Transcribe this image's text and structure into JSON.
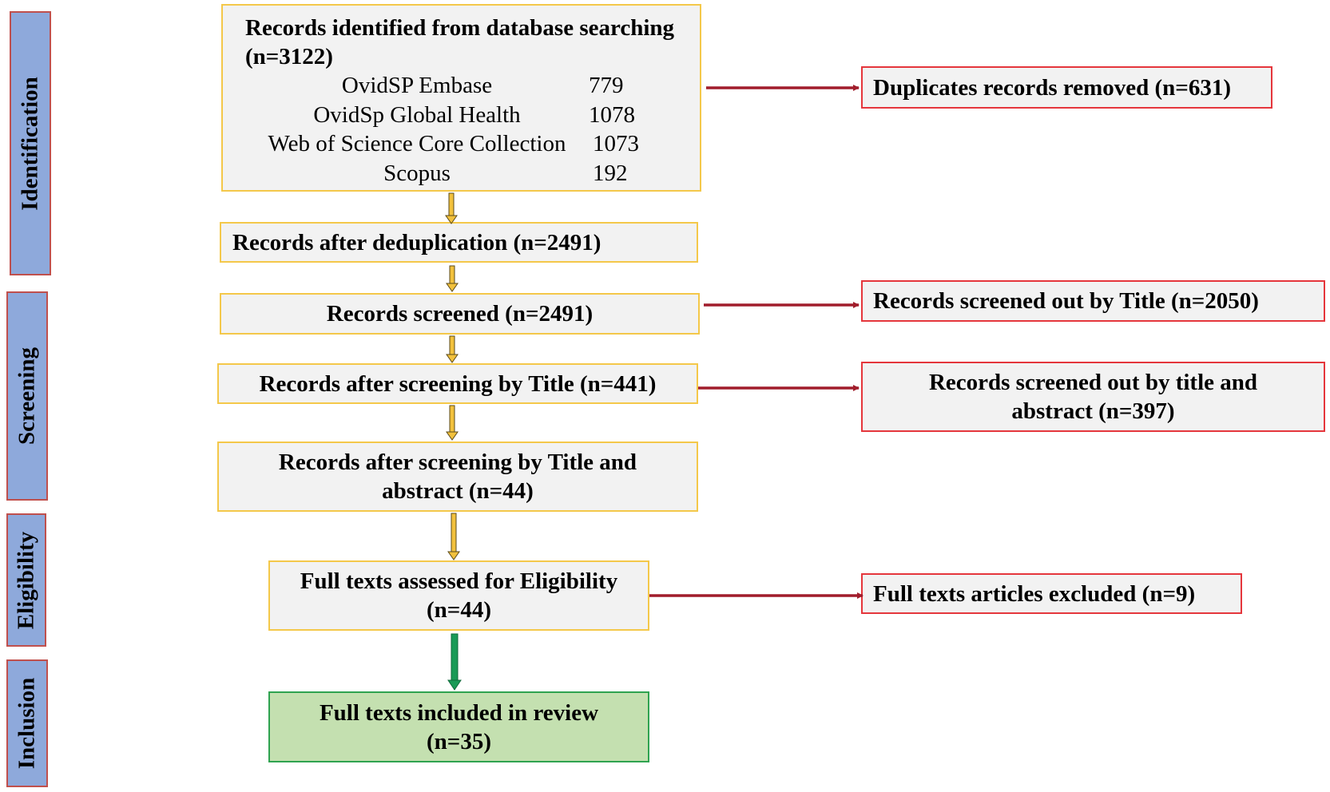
{
  "phases": {
    "identification": "Identification",
    "screening": "Screening",
    "eligibility": "Eligibility",
    "inclusion": "Inclusion"
  },
  "identified": {
    "line1": "Records identified from database searching",
    "line2": "(n=3122)",
    "databases": [
      {
        "name": "OvidSP Embase",
        "count": "779"
      },
      {
        "name": "OvidSp Global Health",
        "count": "1078"
      },
      {
        "name": "Web of Science Core Collection",
        "count": "1073"
      },
      {
        "name": "Scopus",
        "count": "192"
      }
    ]
  },
  "dedup": "Records after deduplication (n=2491)",
  "screened": "Records screened  (n=2491)",
  "after_title": "Records after screening by Title  (n=441)",
  "after_abstract": {
    "line1": "Records after screening by Title and",
    "line2": "abstract (n=44)"
  },
  "fulltext_assessed": {
    "line1": "Full texts assessed for Eligibility",
    "line2": "(n=44)"
  },
  "included": {
    "line1": "Full texts included in review",
    "line2": "(n=35)"
  },
  "exclusions": {
    "duplicates": "Duplicates records removed (n=631)",
    "by_title": "Records screened out by Title  (n=2050)",
    "by_abstract": {
      "line1": "Records screened out by title and",
      "line2": "abstract  (n=397)"
    },
    "fulltext": "Full texts articles excluded (n=9)"
  },
  "colors": {
    "phase_fill": "#8ea9db",
    "phase_border": "#c0504d",
    "main_border": "#f4c84a",
    "exclusion_border": "#e5363c",
    "exclusion_arrow": "#a11d2b",
    "included_fill": "#c4e0b0",
    "included_arrow": "#1a9a56"
  }
}
